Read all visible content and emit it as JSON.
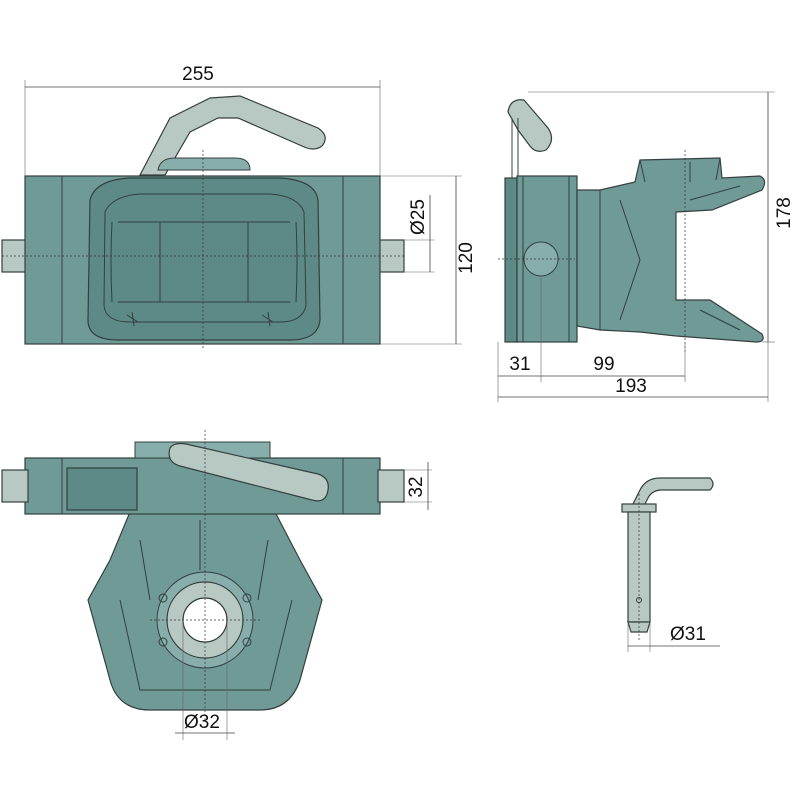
{
  "dimensions": {
    "top_width": "255",
    "top_bore": "Ø25",
    "top_height": "120",
    "side_height": "178",
    "side_left": "31",
    "side_mid": "99",
    "side_total": "193",
    "front_pin": "32",
    "front_bore": "Ø32",
    "pin_diameter": "Ø31"
  },
  "colors": {
    "body": "#6f9a96",
    "pin": "#b8c9c4",
    "outline": "#33403f"
  }
}
